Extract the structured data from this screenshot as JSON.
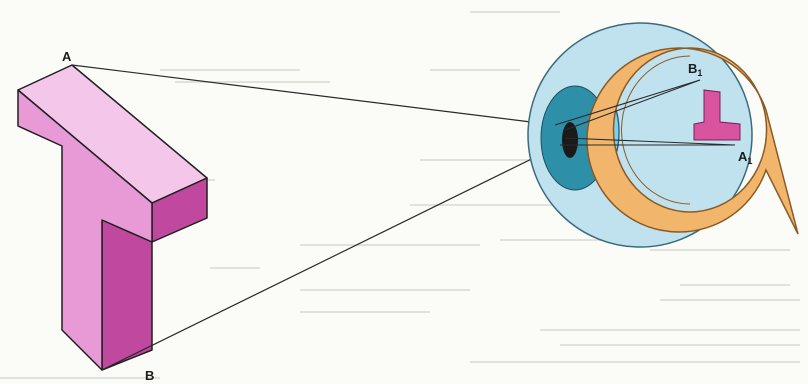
{
  "labels": {
    "object_top": "A",
    "object_bottom": "B",
    "image_top": "B",
    "image_top_sub": "1",
    "image_bottom": "A",
    "image_bottom_sub": "1"
  },
  "colors": {
    "object_front": "#e79ad6",
    "object_top": "#f3c6ea",
    "object_side": "#c0489e",
    "eyeball": "#bfe2ee",
    "iris": "#2e8fa8",
    "lens": "#7fd0ec",
    "sclera_section": "#f2b56c",
    "image": "#d9549e",
    "ray_lines": "#2a2a2a"
  }
}
